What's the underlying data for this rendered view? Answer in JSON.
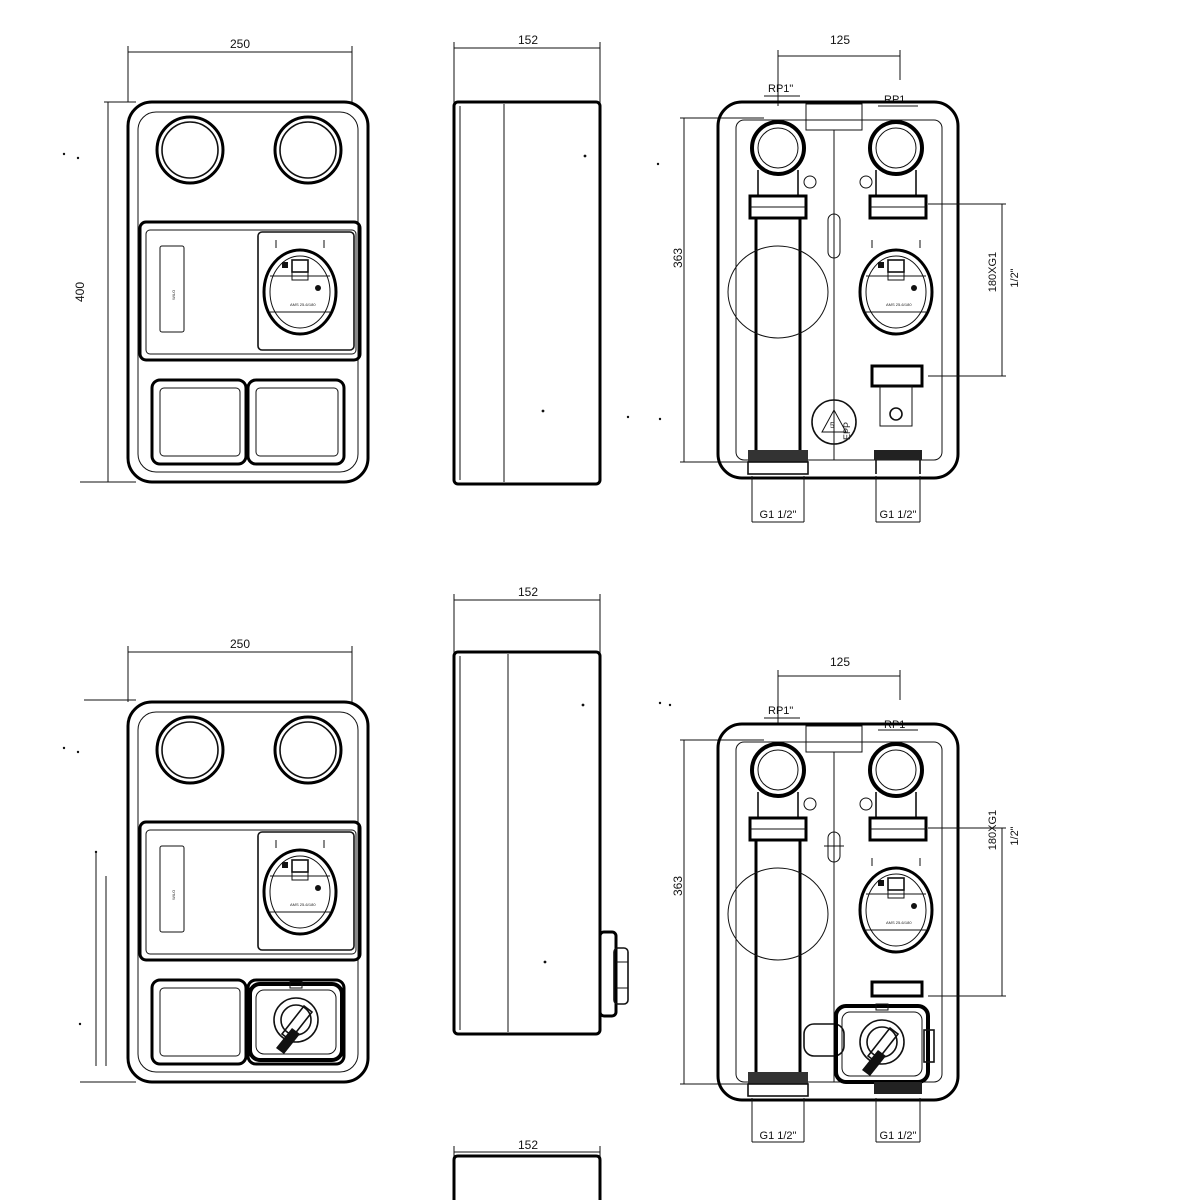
{
  "dimensions": {
    "width_250": "250",
    "depth_152": "152",
    "spacing_125": "125",
    "height_400": "400",
    "height_363": "363",
    "port_rp1_quote": "RP1\"",
    "port_rp1": "RP1",
    "thread_g1_half": "G1 1/2\"",
    "pump_length_line1": "180XG1",
    "pump_length_line2": "1/2\""
  },
  "marks": {
    "epp_label": "EPP",
    "recycle_number": "5"
  },
  "colors": {
    "line": "#111111",
    "background": "#ffffff"
  }
}
